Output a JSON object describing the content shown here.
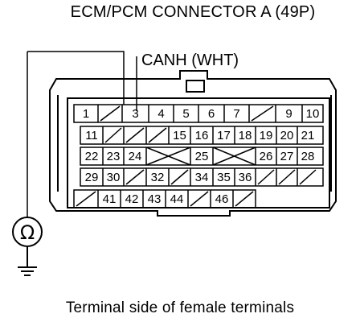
{
  "title": "ECM/PCM CONNECTOR A (49P)",
  "probe_label": "CANH (WHT)",
  "footer": "Terminal side of female terminals",
  "meter_symbol": "Ω",
  "icons": [
    "ohmmeter-icon",
    "ground-icon"
  ],
  "connector": {
    "pins_row1": [
      "1",
      "3",
      "4",
      "5",
      "6",
      "7",
      "9",
      "10"
    ],
    "pins_row2": [
      "11",
      "15",
      "16",
      "17",
      "18",
      "19",
      "20",
      "21"
    ],
    "pins_row3": [
      "22",
      "23",
      "24",
      "25",
      "26",
      "27",
      "28"
    ],
    "pins_row4": [
      "29",
      "30",
      "32",
      "34",
      "35",
      "36"
    ],
    "pins_row5": [
      "41",
      "42",
      "43",
      "44",
      "46"
    ]
  }
}
